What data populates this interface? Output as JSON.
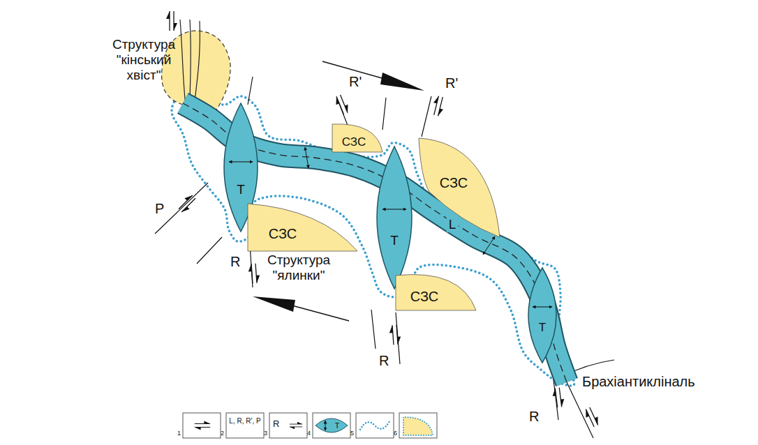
{
  "diagram": {
    "nodes": [
      {
        "text": [
          "Структура \"кінський хвіст\""
        ]
      },
      {
        "text": [
          "L"
        ]
      },
      {
        "text": [
          "T"
        ]
      },
      {
        "text": [
          "СЗС"
        ]
      },
      {
        "text": [
          "T"
        ]
      },
      {
        "text": [
          "СЗС"
        ]
      },
      {
        "text": [
          "СЗС"
        ]
      },
      {
        "text": [
          "СЗС"
        ]
      },
      {
        "text": [
          "T"
        ]
      }
    ],
    "labels": [
      "R'",
      "R'",
      "P",
      "Структура \"ялинки\"",
      "R",
      "R",
      "R",
      "Брахіантикліналь",
      "L, R, R', P",
      "R",
      "T",
      "СЗС"
    ],
    "legend": [
      {
        "text": "1"
      },
      {
        "text": "2"
      },
      {
        "text": "3"
      },
      {
        "text": "4"
      },
      {
        "text": "5"
      },
      {
        "text": "6",
        "color": "#fce89a"
      }
    ]
  }
}
